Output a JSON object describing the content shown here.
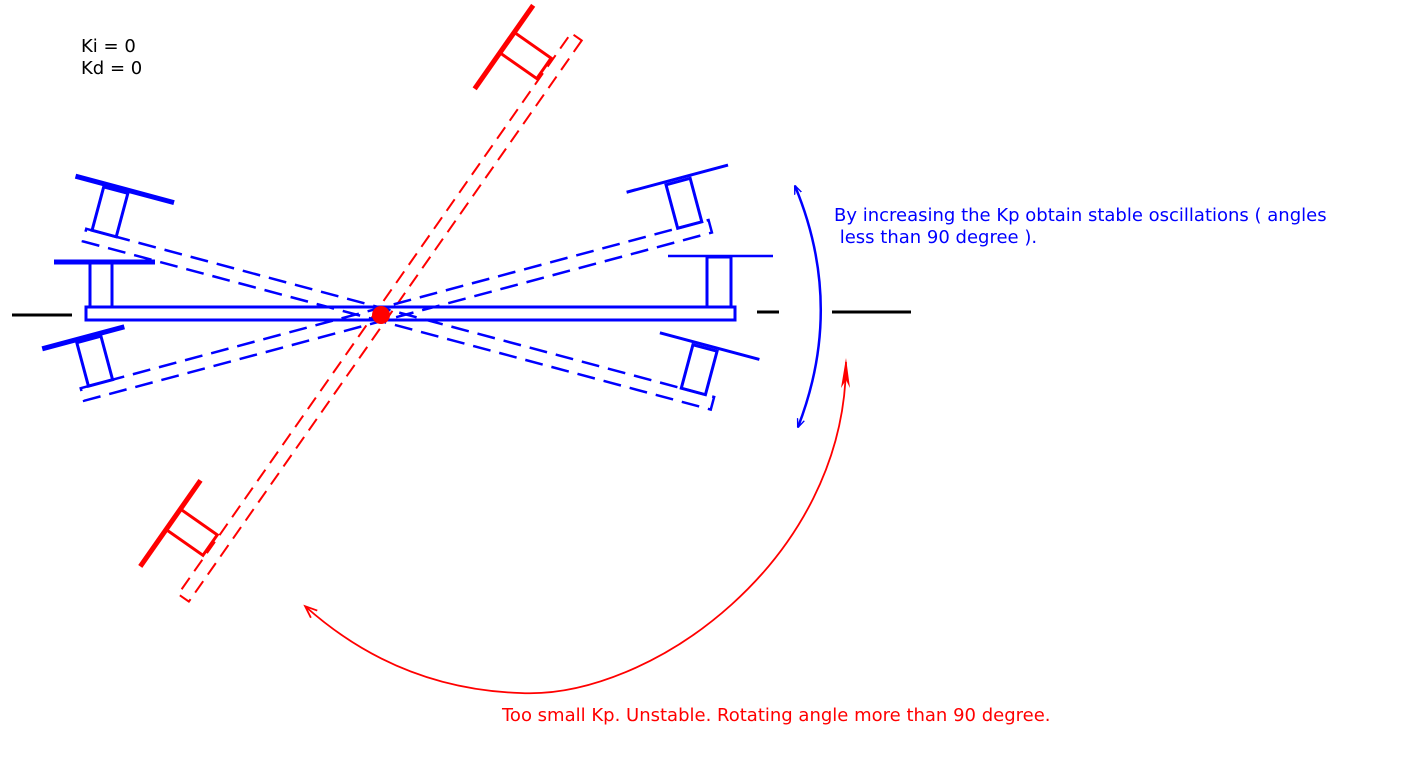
{
  "params": {
    "ki": "Ki = 0",
    "kd": "Kd = 0"
  },
  "annotations": {
    "stable_line1": "By increasing the Kp obtain stable oscillations ( angles",
    "stable_line2": " less than 90 degree ).",
    "unstable": "Too small Kp. Unstable. Rotating angle more than 90 degree."
  },
  "colors": {
    "stable": "#0000ff",
    "unstable": "#ff0000",
    "reference": "#000000"
  }
}
